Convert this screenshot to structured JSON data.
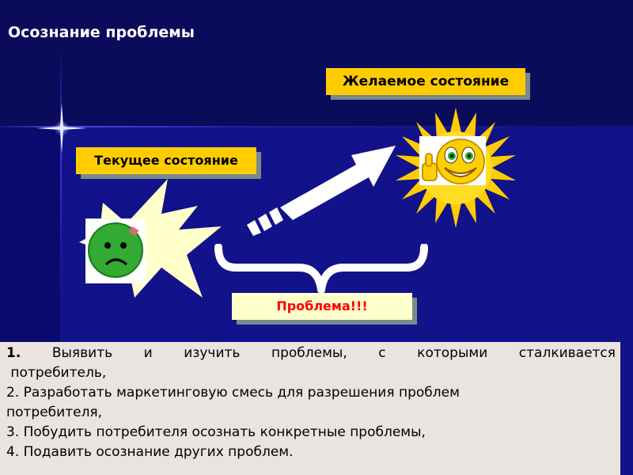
{
  "title": "Осознание проблемы",
  "labels": {
    "desired": "Желаемое состояние",
    "current": "Текущее состояние",
    "problem": "Проблема!!!"
  },
  "list": {
    "item1_num": "1.",
    "item1_line1": "Выявить и изучить проблемы, с которыми сталкивается",
    "item1_line2": "потребитель,",
    "item2_line1": "2. Разработать маркетинговую смесь для разрешения проблем",
    "item2_line2": "потребителя,",
    "item3": "3. Побудить потребителя осознать конкретные проблемы,",
    "item4": "4. Подавить осознание других проблем."
  },
  "colors": {
    "background": "#0a0a6e",
    "label_fill": "#ffcc00",
    "problem_fill": "#ffffcc",
    "problem_text": "#ff0000",
    "info_panel": "#eae4e0"
  },
  "icons": {
    "current_state": "sad-face-icon",
    "desired_state": "smiley-thumbs-up-icon"
  }
}
